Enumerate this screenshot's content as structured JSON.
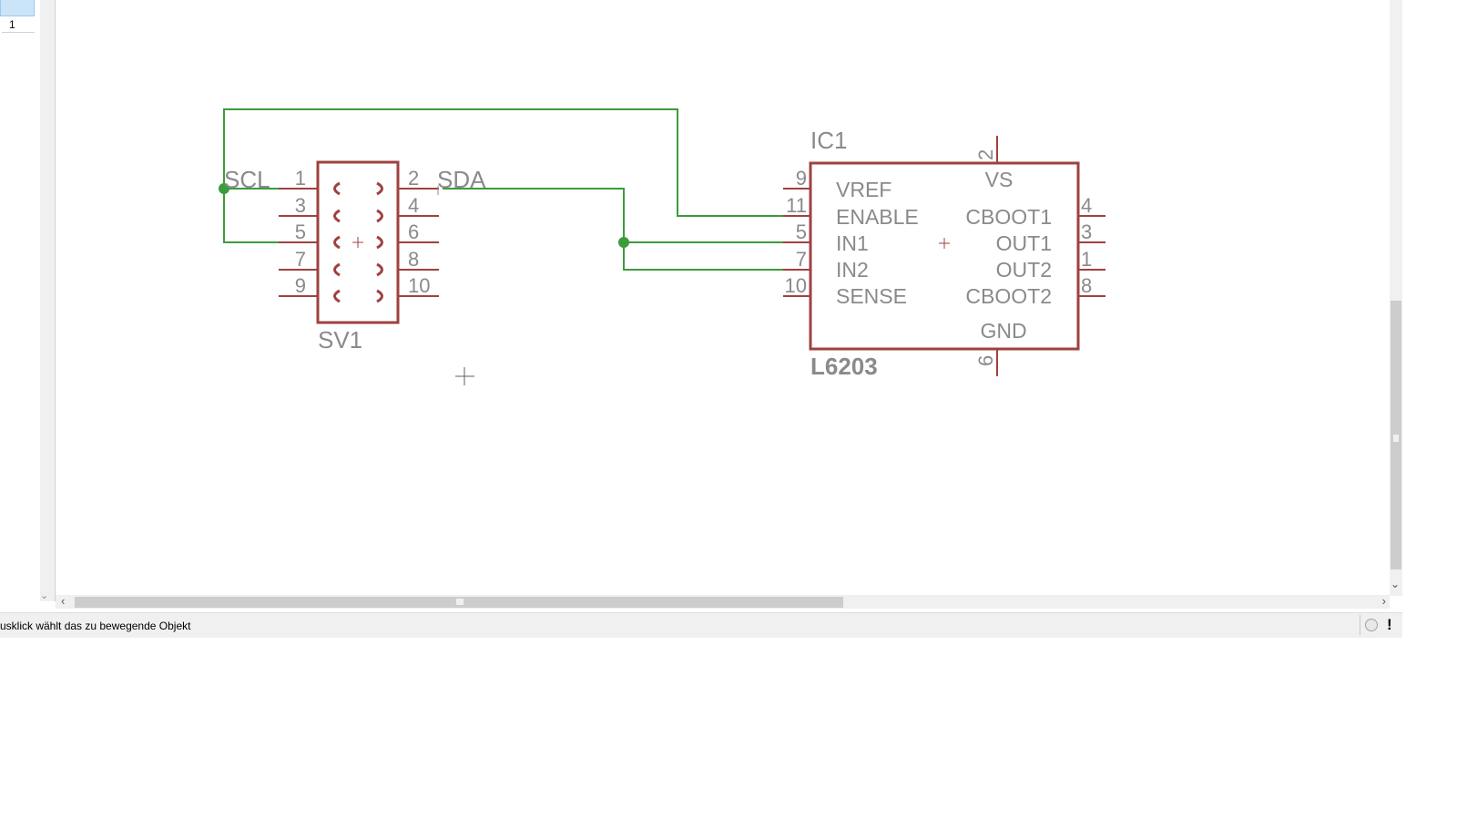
{
  "left_panel": {
    "sheet_number": "1"
  },
  "status": {
    "message": "usklick wählt das zu bewegende Objekt"
  },
  "icons": {
    "scroll_left": "‹",
    "scroll_right": "›",
    "scroll_down": "⌄",
    "warning": "!"
  },
  "colors": {
    "wire": "#3c9b3c",
    "symbol": "#a04040",
    "label": "#8a8a8a",
    "selection": "#cce4f7"
  },
  "schematic": {
    "net_labels": {
      "scl": "SCL",
      "sda": "SDA"
    },
    "sv1": {
      "name": "SV1",
      "left_pins": [
        "1",
        "3",
        "5",
        "7",
        "9"
      ],
      "right_pins": [
        "2",
        "4",
        "6",
        "8",
        "10"
      ]
    },
    "ic1": {
      "name": "IC1",
      "value": "L6203",
      "left_pin_numbers": [
        "9",
        "11",
        "5",
        "7",
        "10"
      ],
      "left_pin_names": [
        "VREF",
        "ENABLE",
        "IN1",
        "IN2",
        "SENSE"
      ],
      "right_pin_numbers": [
        "4",
        "3",
        "1",
        "8"
      ],
      "right_pin_names": [
        "CBOOT1",
        "OUT1",
        "OUT2",
        "CBOOT2"
      ],
      "top_pin_number": "2",
      "top_pin_name": "VS",
      "bottom_pin_number": "6",
      "bottom_pin_name": "GND"
    }
  }
}
